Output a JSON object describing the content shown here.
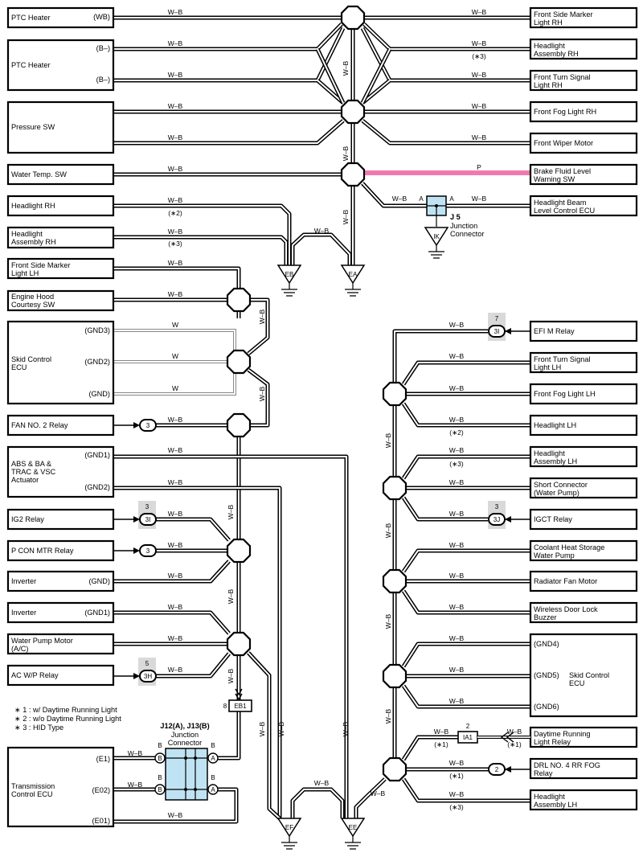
{
  "left_components": [
    {
      "label": [
        "PTC Heater"
      ],
      "pins": [
        "(WB)"
      ]
    },
    {
      "label": [
        "PTC Heater"
      ],
      "pins": [
        "(B–)",
        "(B–)"
      ]
    },
    {
      "label": [
        "Pressure SW"
      ],
      "pins": []
    },
    {
      "label": [
        "Water Temp.  SW"
      ],
      "pins": []
    },
    {
      "label": [
        "Headlight RH"
      ],
      "pins": []
    },
    {
      "label": [
        "Headlight",
        "Assembly RH"
      ],
      "pins": []
    },
    {
      "label": [
        "Front Side Marker",
        "Light LH"
      ],
      "pins": []
    },
    {
      "label": [
        "Engine Hood",
        "Courtesy SW"
      ],
      "pins": []
    },
    {
      "label": [
        "Skid Control",
        "ECU"
      ],
      "pins": [
        "(GND3)",
        "(GND2)",
        "(GND)"
      ]
    },
    {
      "label": [
        "FAN NO. 2 Relay"
      ],
      "pins": []
    },
    {
      "label": [
        "ABS & BA &",
        "TRAC & VSC",
        "Actuator"
      ],
      "pins": [
        "(GND1)",
        "(GND2)"
      ]
    },
    {
      "label": [
        "IG2 Relay"
      ],
      "pins": []
    },
    {
      "label": [
        "P CON MTR Relay"
      ],
      "pins": []
    },
    {
      "label": [
        "Inverter"
      ],
      "pins": [
        "(GND)"
      ]
    },
    {
      "label": [
        "Inverter"
      ],
      "pins": [
        "(GND1)"
      ]
    },
    {
      "label": [
        "Water Pump Motor",
        "(A/C)"
      ],
      "pins": []
    },
    {
      "label": [
        "AC W/P Relay"
      ],
      "pins": []
    },
    {
      "label": [
        "Transmission",
        "Control ECU"
      ],
      "pins": [
        "(E1)",
        "(E02)",
        "(E01)"
      ]
    }
  ],
  "right_components": [
    {
      "label": [
        "Front Side Marker",
        "Light RH"
      ]
    },
    {
      "label": [
        "Headlight",
        "Assembly RH"
      ]
    },
    {
      "label": [
        "Front Turn Signal",
        "Light RH"
      ]
    },
    {
      "label": [
        "Front Fog Light RH"
      ]
    },
    {
      "label": [
        "Front Wiper Motor"
      ]
    },
    {
      "label": [
        "Brake Fluid Level",
        "Warning SW"
      ]
    },
    {
      "label": [
        "Headlight Beam",
        "Level Control ECU"
      ]
    },
    {
      "label": [
        "EFI M Relay"
      ]
    },
    {
      "label": [
        "Front Turn Signal",
        "Light LH"
      ]
    },
    {
      "label": [
        "Front Fog Light LH"
      ]
    },
    {
      "label": [
        "Headlight LH"
      ]
    },
    {
      "label": [
        "Headlight",
        "Assembly LH"
      ]
    },
    {
      "label": [
        "Short Connector",
        "(Water Pump)"
      ]
    },
    {
      "label": [
        "IGCT Relay"
      ]
    },
    {
      "label": [
        "Coolant Heat Storage",
        "Water Pump"
      ]
    },
    {
      "label": [
        "Radiator Fan Motor"
      ]
    },
    {
      "label": [
        "Wireless Door Lock",
        "Buzzer"
      ]
    },
    {
      "label": [
        "Daytime Running",
        "Light Relay"
      ]
    },
    {
      "label": [
        "DRL NO. 4 RR FOG",
        "Relay"
      ]
    },
    {
      "label": [
        "Headlight",
        "Assembly LH"
      ]
    }
  ],
  "skid_right": {
    "pins": [
      "(GND4)",
      "(GND5)",
      "(GND6)"
    ],
    "label": [
      "Skid Control",
      "ECU"
    ]
  },
  "wire_color": "W–B",
  "wire_white": "W",
  "wire_pink": "P",
  "notes": {
    "n2": "(∗2)",
    "n3": "(∗3)",
    "n1": "(∗1)"
  },
  "grounds": [
    "EB",
    "EA",
    "EF",
    "EE",
    "IK"
  ],
  "connectors": {
    "j5_title": "J 5",
    "j5_sub": [
      "Junction",
      "Connector"
    ],
    "j12_title": "J12(A), J13(B)",
    "j12_sub": [
      "Junction",
      "Connector"
    ],
    "pin_a": "A",
    "pin_b": "B",
    "eb1": "EB1",
    "eb1_pin": "8",
    "ia1": "IA1",
    "ia1_pin": "2",
    "c3": "3",
    "c2": "2",
    "c3i": "3I",
    "c3i_pin": "3",
    "c3j": "3J",
    "c3j_pin": "3",
    "c3h": "3H",
    "c3h_pin": "5",
    "c3i_r": "3I",
    "c3i_r_pin": "7"
  },
  "legend": [
    "∗ 1 : w/ Daytime Running Light",
    "∗ 2 : w/o Daytime Running Light",
    "∗ 3 : HID Type"
  ],
  "colors": {
    "pink": "#f07ab0",
    "connector_fill": "#bfe3f3",
    "badge": "#d9d9d9"
  }
}
